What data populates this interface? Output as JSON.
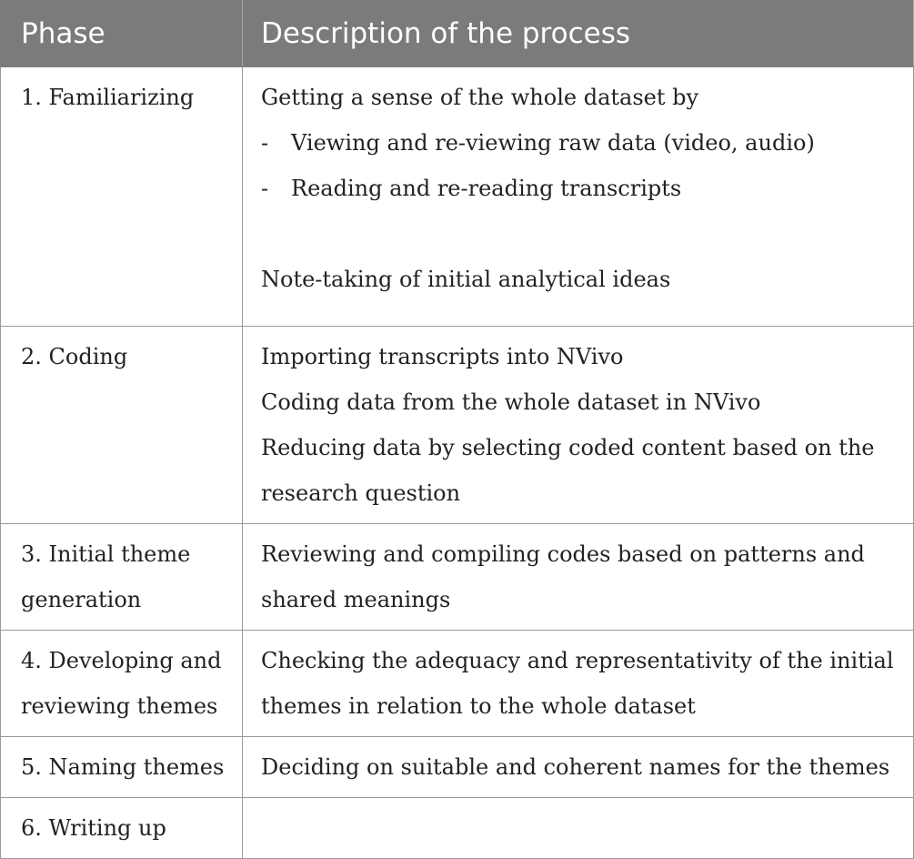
{
  "header": {
    "phase": "Phase",
    "description": "Description of the process"
  },
  "rows": [
    {
      "phase": "1. Familiarizing",
      "intro": "Getting a sense of the whole dataset by",
      "bullets": [
        {
          "dash": "-",
          "text": "Viewing and re-viewing raw data (video, audio)"
        },
        {
          "dash": "-",
          "text": "Reading and re-reading transcripts"
        }
      ],
      "outro": "Note-taking of initial analytical ideas"
    },
    {
      "phase": "2. Coding",
      "lines": [
        "Importing transcripts into NVivo",
        "Coding data from the whole dataset in NVivo",
        "Reducing data by selecting coded content based on the research question"
      ]
    },
    {
      "phase": "3. Initial theme generation",
      "lines": [
        "Reviewing and compiling codes based on patterns and shared meanings"
      ]
    },
    {
      "phase": "4. Developing and reviewing themes",
      "lines": [
        "Checking the adequacy and representativity of the initial themes in relation to the whole dataset"
      ]
    },
    {
      "phase": "5. Naming themes",
      "lines": [
        "Deciding on suitable and coherent names for the themes"
      ]
    },
    {
      "phase": "6. Writing up",
      "lines": []
    }
  ]
}
